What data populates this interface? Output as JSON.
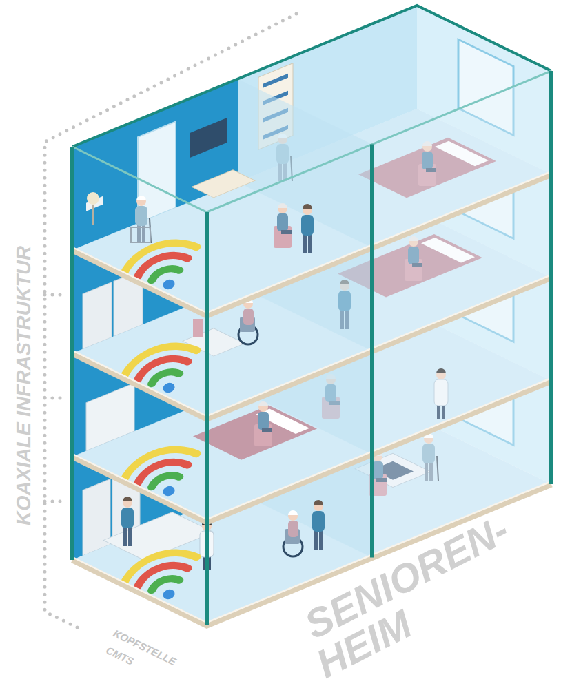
{
  "diagram": {
    "labels": [
      "KOAXIALE INFRASTRUKTUR",
      "KOPFSTELLE",
      "CMTS",
      "SENIOREN-",
      "HEIM"
    ]
  }
}
